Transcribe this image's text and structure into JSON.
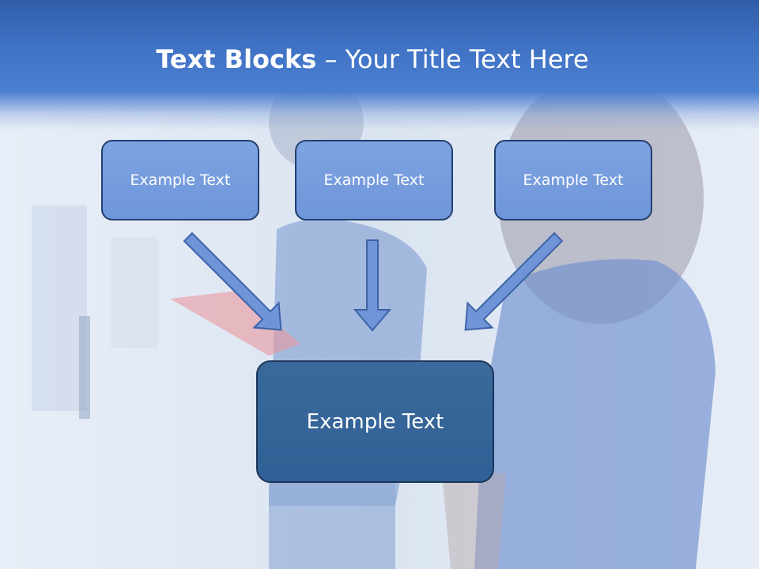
{
  "title": {
    "bold": "Text Blocks",
    "rest": " – Your Title Text Here"
  },
  "blocks": [
    {
      "label": "Example Text"
    },
    {
      "label": "Example Text"
    },
    {
      "label": "Example Text"
    }
  ],
  "main_block": {
    "label": "Example Text"
  },
  "colors": {
    "title_bar": "#3f72c4",
    "small_box": "#7299dc",
    "main_box": "#32639a",
    "arrow": "#6f95d8"
  }
}
